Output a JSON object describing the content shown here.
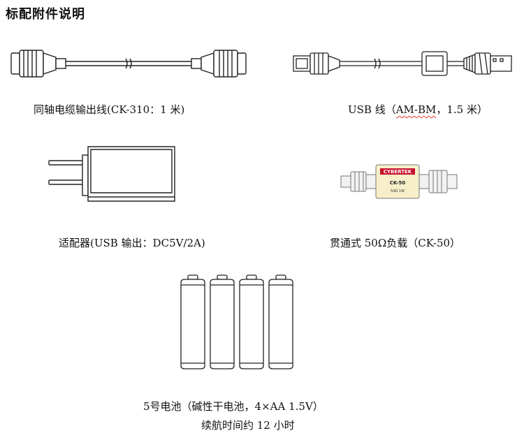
{
  "page_title": "标配附件说明",
  "items": {
    "coax_cable": {
      "caption": "同轴电缆输出线(CK-310：1 米)"
    },
    "usb_cable": {
      "caption_prefix": "USB 线（",
      "caption_mid": "AM-BM",
      "caption_suffix": "，1.5 米）"
    },
    "adapter": {
      "caption": "适配器(USB 输出：DC5V/2A)"
    },
    "load": {
      "caption": "贯通式 50Ω负载（CK-50）",
      "brand": "CYBERTEK",
      "model": "CK-50",
      "spec": "50Ω 1W"
    },
    "battery": {
      "caption_line1": "5号电池（碱性干电池，4×AA 1.5V）",
      "caption_line2": "续航时间约 12 小时",
      "count": 4
    }
  },
  "colors": {
    "ink": "#111111",
    "line": "#333333",
    "load_body": "#f7efc9",
    "load_label": "#c8102e"
  }
}
